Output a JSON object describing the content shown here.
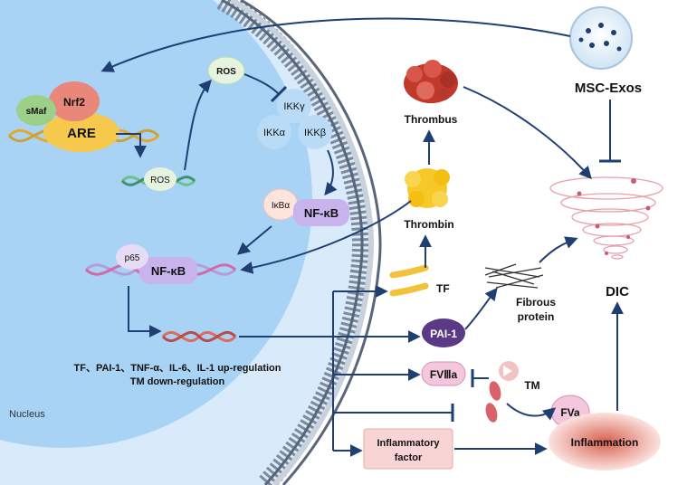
{
  "labels": {
    "nucleus": "Nucleus",
    "smaf": "sMaf",
    "nrf2": "Nrf2",
    "are": "ARE",
    "ros_top": "ROS",
    "ros_dna": "ROS",
    "ikk_gamma": "IKKγ",
    "ikk_alpha": "IKKα",
    "ikk_beta": "IKKβ",
    "ikba": "IκBα",
    "nfkb_cyto": "NF-κB",
    "p65": "p65",
    "nfkb_nuc": "NF-κB",
    "upregulation": "TF、PAI-1、TNF-α、IL-6、IL-1 up-regulation",
    "downregulation": "TM down-regulation",
    "msc_exos": "MSC-Exos",
    "thrombus": "Thrombus",
    "thrombin": "Thrombin",
    "tf": "TF",
    "fibrous_line1": "Fibrous",
    "fibrous_line2": "protein",
    "pai1": "PAI-1",
    "dic": "DIC",
    "fviiia": "FVⅢa",
    "tm": "TM",
    "fva": "FVa",
    "inflammatory_line1": "Inflammatory",
    "inflammatory_line2": "factor",
    "inflammation": "Inflammation"
  },
  "colors": {
    "nucleus": "#a9d3f5",
    "cytoplasm": "#d9ebfa",
    "arrow": "#1f3f73",
    "pai1": "#5a3a86",
    "fviiia": "#f3c8de",
    "inflammation": "#e8958a",
    "thrombin": "#f7c928",
    "thrombus": "#c0392b"
  }
}
